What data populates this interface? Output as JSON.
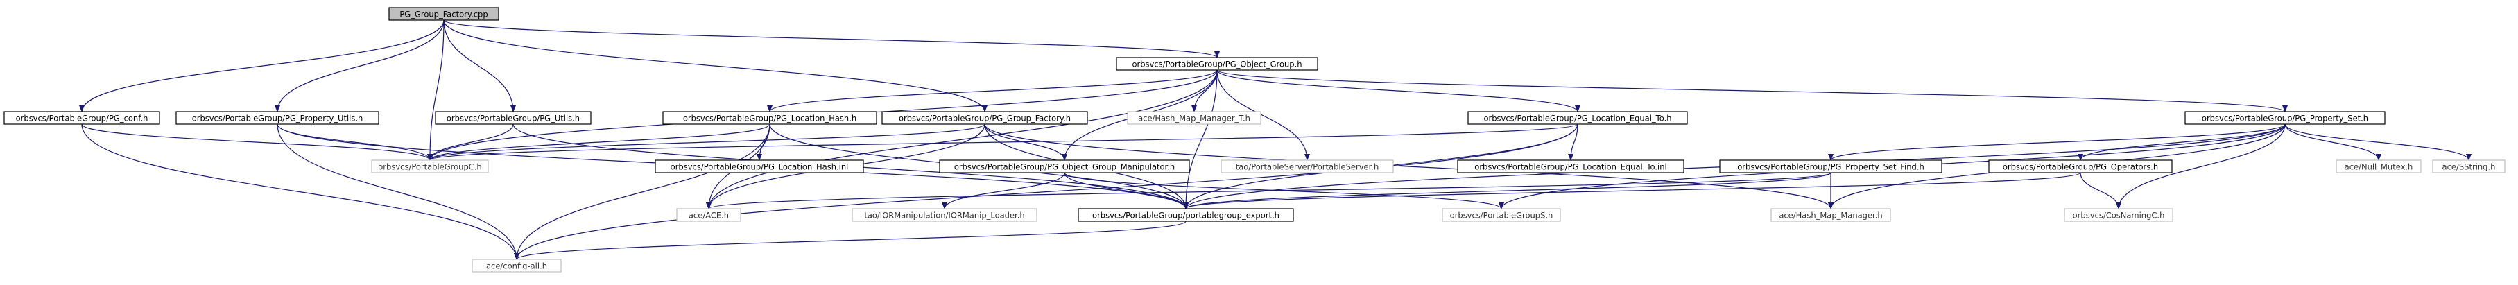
{
  "diagram": {
    "type": "include-dependency-graph",
    "colors": {
      "edge": "#191970",
      "root_fill": "#bfbfbf",
      "documented_border": "#000000",
      "undocumented_border": "#bfbfbf"
    },
    "nodes": [
      {
        "id": "pg_group_factory_cpp",
        "label": "PG_Group_Factory.cpp",
        "kind": "root"
      },
      {
        "id": "pg_object_group_h",
        "label": "orbsvcs/PortableGroup/PG_Object_Group.h",
        "kind": "doc"
      },
      {
        "id": "pg_conf_h",
        "label": "orbsvcs/PortableGroup/PG_conf.h",
        "kind": "doc"
      },
      {
        "id": "pg_property_utils_h",
        "label": "orbsvcs/PortableGroup/PG_Property_Utils.h",
        "kind": "doc"
      },
      {
        "id": "pg_utils_h",
        "label": "orbsvcs/PortableGroup/PG_Utils.h",
        "kind": "doc"
      },
      {
        "id": "pg_location_hash_h",
        "label": "orbsvcs/PortableGroup/PG_Location_Hash.h",
        "kind": "doc"
      },
      {
        "id": "pg_group_factory_h",
        "label": "orbsvcs/PortableGroup/PG_Group_Factory.h",
        "kind": "doc"
      },
      {
        "id": "hash_map_manager_t_h",
        "label": "ace/Hash_Map_Manager_T.h",
        "kind": "undoc"
      },
      {
        "id": "pg_location_equal_to_h",
        "label": "orbsvcs/PortableGroup/PG_Location_Equal_To.h",
        "kind": "doc"
      },
      {
        "id": "pg_property_set_h",
        "label": "orbsvcs/PortableGroup/PG_Property_Set.h",
        "kind": "doc"
      },
      {
        "id": "portable_group_c_h",
        "label": "orbsvcs/PortableGroupC.h",
        "kind": "undoc"
      },
      {
        "id": "pg_location_hash_inl",
        "label": "orbsvcs/PortableGroup/PG_Location_Hash.inl",
        "kind": "doc"
      },
      {
        "id": "pg_object_group_manipulator_h",
        "label": "orbsvcs/PortableGroup/PG_Object_Group_Manipulator.h",
        "kind": "doc"
      },
      {
        "id": "portable_server_h",
        "label": "tao/PortableServer/PortableServer.h",
        "kind": "undoc"
      },
      {
        "id": "pg_location_equal_to_inl",
        "label": "orbsvcs/PortableGroup/PG_Location_Equal_To.inl",
        "kind": "doc"
      },
      {
        "id": "pg_property_set_find_h",
        "label": "orbsvcs/PortableGroup/PG_Property_Set_Find.h",
        "kind": "doc"
      },
      {
        "id": "pg_operators_h",
        "label": "orbsvcs/PortableGroup/PG_Operators.h",
        "kind": "doc"
      },
      {
        "id": "null_mutex_h",
        "label": "ace/Null_Mutex.h",
        "kind": "undoc"
      },
      {
        "id": "sstring_h",
        "label": "ace/SString.h",
        "kind": "undoc"
      },
      {
        "id": "ace_h",
        "label": "ace/ACE.h",
        "kind": "undoc"
      },
      {
        "id": "iormanip_loader_h",
        "label": "tao/IORManipulation/IORManip_Loader.h",
        "kind": "undoc"
      },
      {
        "id": "portablegroup_export_h",
        "label": "orbsvcs/PortableGroup/portablegroup_export.h",
        "kind": "doc"
      },
      {
        "id": "portable_group_s_h",
        "label": "orbsvcs/PortableGroupS.h",
        "kind": "undoc"
      },
      {
        "id": "hash_map_manager_h",
        "label": "ace/Hash_Map_Manager.h",
        "kind": "undoc"
      },
      {
        "id": "cos_naming_c_h",
        "label": "orbsvcs/CosNamingC.h",
        "kind": "undoc"
      },
      {
        "id": "config_all_h",
        "label": "ace/config-all.h",
        "kind": "undoc"
      }
    ],
    "edges": [
      {
        "from": "pg_group_factory_cpp",
        "to": "pg_object_group_h"
      },
      {
        "from": "pg_group_factory_cpp",
        "to": "pg_conf_h"
      },
      {
        "from": "pg_group_factory_cpp",
        "to": "pg_property_utils_h"
      },
      {
        "from": "pg_group_factory_cpp",
        "to": "pg_utils_h"
      },
      {
        "from": "pg_group_factory_cpp",
        "to": "portable_group_c_h"
      },
      {
        "from": "pg_group_factory_cpp",
        "to": "pg_group_factory_h"
      },
      {
        "from": "pg_object_group_h",
        "to": "pg_location_hash_h"
      },
      {
        "from": "pg_object_group_h",
        "to": "hash_map_manager_t_h"
      },
      {
        "from": "pg_object_group_h",
        "to": "pg_location_equal_to_h"
      },
      {
        "from": "pg_object_group_h",
        "to": "pg_property_set_h"
      },
      {
        "from": "pg_object_group_h",
        "to": "portable_group_c_h"
      },
      {
        "from": "pg_object_group_h",
        "to": "portable_server_h"
      },
      {
        "from": "pg_object_group_h",
        "to": "pg_object_group_manipulator_h"
      },
      {
        "from": "pg_object_group_h",
        "to": "portablegroup_export_h"
      },
      {
        "from": "pg_object_group_h",
        "to": "ace_h"
      },
      {
        "from": "pg_conf_h",
        "to": "portable_group_c_h"
      },
      {
        "from": "pg_conf_h",
        "to": "config_all_h"
      },
      {
        "from": "pg_property_utils_h",
        "to": "portable_group_c_h"
      },
      {
        "from": "pg_property_utils_h",
        "to": "portablegroup_export_h"
      },
      {
        "from": "pg_property_utils_h",
        "to": "config_all_h"
      },
      {
        "from": "pg_utils_h",
        "to": "portable_group_c_h"
      },
      {
        "from": "pg_utils_h",
        "to": "portablegroup_export_h"
      },
      {
        "from": "pg_location_hash_h",
        "to": "portable_group_c_h"
      },
      {
        "from": "pg_location_hash_h",
        "to": "pg_location_hash_inl"
      },
      {
        "from": "pg_location_hash_h",
        "to": "ace_h"
      },
      {
        "from": "pg_location_hash_h",
        "to": "portablegroup_export_h"
      },
      {
        "from": "pg_location_hash_h",
        "to": "config_all_h"
      },
      {
        "from": "pg_group_factory_h",
        "to": "portable_group_c_h"
      },
      {
        "from": "pg_group_factory_h",
        "to": "pg_object_group_manipulator_h"
      },
      {
        "from": "pg_group_factory_h",
        "to": "portablegroup_export_h"
      },
      {
        "from": "pg_group_factory_h",
        "to": "ace_h"
      },
      {
        "from": "pg_group_factory_h",
        "to": "hash_map_manager_h"
      },
      {
        "from": "pg_location_equal_to_h",
        "to": "portable_group_c_h"
      },
      {
        "from": "pg_location_equal_to_h",
        "to": "pg_location_equal_to_inl"
      },
      {
        "from": "pg_location_equal_to_h",
        "to": "portablegroup_export_h"
      },
      {
        "from": "pg_location_equal_to_h",
        "to": "config_all_h"
      },
      {
        "from": "pg_property_set_h",
        "to": "pg_property_set_find_h"
      },
      {
        "from": "pg_property_set_h",
        "to": "pg_operators_h"
      },
      {
        "from": "pg_property_set_h",
        "to": "null_mutex_h"
      },
      {
        "from": "pg_property_set_h",
        "to": "sstring_h"
      },
      {
        "from": "pg_property_set_h",
        "to": "portable_group_s_h"
      },
      {
        "from": "pg_property_set_h",
        "to": "hash_map_manager_h"
      },
      {
        "from": "pg_property_set_h",
        "to": "cos_naming_c_h"
      },
      {
        "from": "pg_property_set_h",
        "to": "portablegroup_export_h"
      },
      {
        "from": "pg_object_group_manipulator_h",
        "to": "iormanip_loader_h"
      },
      {
        "from": "pg_object_group_manipulator_h",
        "to": "portablegroup_export_h"
      },
      {
        "from": "pg_object_group_manipulator_h",
        "to": "portable_group_s_h"
      },
      {
        "from": "pg_property_set_find_h",
        "to": "ace_h"
      },
      {
        "from": "pg_property_set_find_h",
        "to": "hash_map_manager_h"
      },
      {
        "from": "pg_property_set_find_h",
        "to": "portablegroup_export_h"
      },
      {
        "from": "pg_operators_h",
        "to": "portablegroup_export_h"
      },
      {
        "from": "pg_operators_h",
        "to": "cos_naming_c_h"
      },
      {
        "from": "portablegroup_export_h",
        "to": "config_all_h"
      }
    ]
  }
}
